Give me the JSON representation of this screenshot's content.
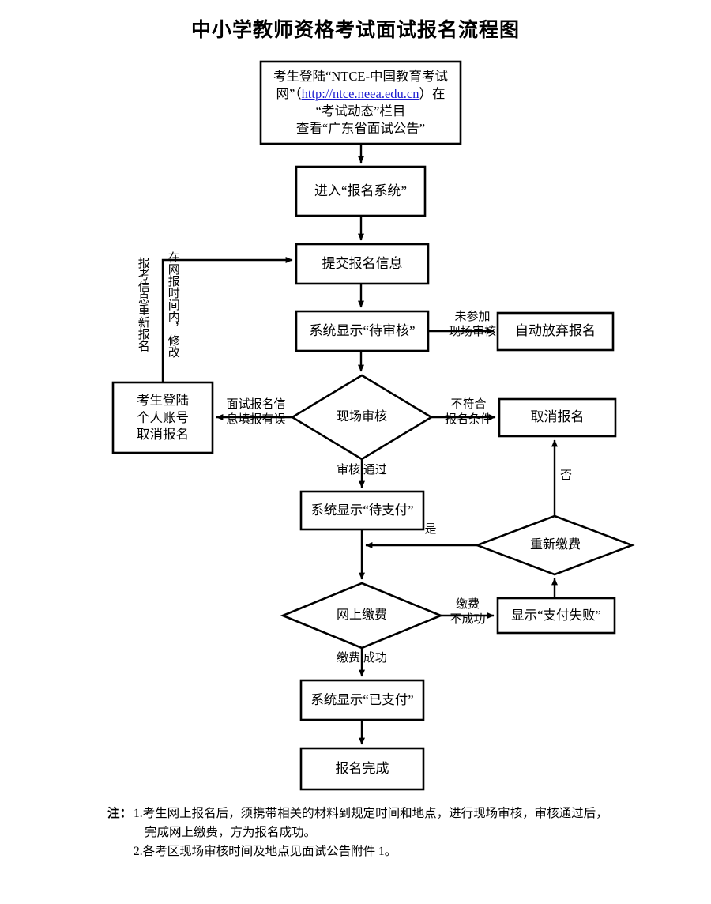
{
  "page": {
    "title": "中小学教师资格考试面试报名流程图",
    "link_color": "#1b1bd0"
  },
  "nodes": {
    "login_ntce": {
      "line1": "考生登陆“NTCE-中国教育考试",
      "line2_pre": "网”（",
      "link": "http://ntce.neea.edu.cn",
      "line2_post": "）在",
      "line3": "“考试动态”栏目",
      "line4": "查看“广东省面试公告”"
    },
    "enter_system": "进入“报名系统”",
    "submit_info": "提交报名信息",
    "status_pending_review": "系统显示“待审核”",
    "auto_abandon": "自动放弃报名",
    "onsite_review": "现场审核",
    "cancel_by_self": "考生登陆\n个人账号\n取消报名",
    "cancel_registration": "取消报名",
    "status_pending_pay": "系统显示“待支付”",
    "repay": "重新缴费",
    "online_pay": "网上缴费",
    "pay_failed": "显示“支付失败”",
    "status_paid": "系统显示“已支付”",
    "done": "报名完成"
  },
  "edge_labels": {
    "not_attend_review": "未参加\n现场审核",
    "info_error": "面试报名信\n息填报有误",
    "not_qualified": "不符合\n报名条件",
    "review_passed": "审核 通过",
    "repay_yes": "是",
    "repay_no": "否",
    "pay_failed_label": "缴费\n不成功",
    "pay_success": "缴费 成功",
    "reapply_vertical": "报考信息重新报名",
    "modify_vertical": "在网报时间内，修改"
  },
  "notes": {
    "label": "注：",
    "item1_num": "1.",
    "item1_line1": "考生网上报名后，须携带相关的材料到规定时间和地点，进行现场审核，审核通过后，",
    "item1_line2": "完成网上缴费，方为报名成功。",
    "item2_num": "2.",
    "item2_line1": "各考区现场审核时间及地点见面试公告附件 1。"
  }
}
